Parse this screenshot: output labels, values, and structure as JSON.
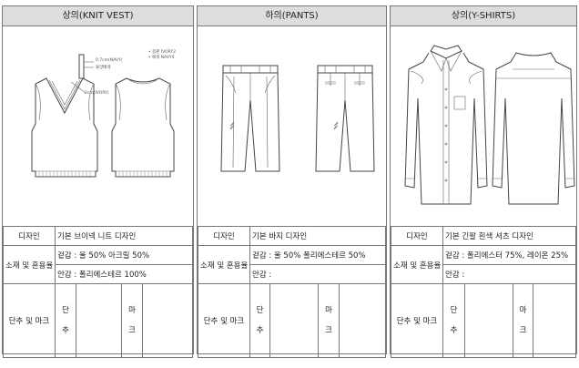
{
  "panels": [
    {
      "title": "상의(KNIT VEST)",
      "notes": [
        "0.7cm(NAVY)",
        "울양배색",
        "2cm(IVORY)",
        "• 몸판 IVORY2",
        "• 배색 NAVY4"
      ],
      "design_label": "디자인",
      "design_value": "기본 브이넥 니트 디자인",
      "material_label": "소재 및 혼용율",
      "outer_value": "겉감 : 울 50% 아크릴 50%",
      "lining_value": "안감 : 폴리에스테르 100%",
      "button_mark_label": "단추 및 마크",
      "button_char1": "단",
      "button_char2": "추",
      "mark_char1": "마",
      "mark_char2": "크"
    },
    {
      "title": "하의(PANTS)",
      "design_label": "디자인",
      "design_value": "기본 바지 디자인",
      "material_label": "소재 및 혼용율",
      "outer_value": "겉감 : 울 50% 폴리에스테르 50%",
      "lining_value": "안감 :",
      "button_mark_label": "단추 및 마크",
      "button_char1": "단",
      "button_char2": "추",
      "mark_char1": "마",
      "mark_char2": "크"
    },
    {
      "title": "상의(Y-SHIRTS)",
      "design_label": "디자인",
      "design_value": "기본 긴팔 흰색 셔츠 디자인",
      "material_label": "소재 및 혼용율",
      "outer_value": "겉감 : 폴리에스터 75%, 레이온 25%",
      "lining_value": "안감 :",
      "button_mark_label": "단추 및 마크",
      "button_char1": "단",
      "button_char2": "추",
      "mark_char1": "마",
      "mark_char2": "크"
    }
  ]
}
